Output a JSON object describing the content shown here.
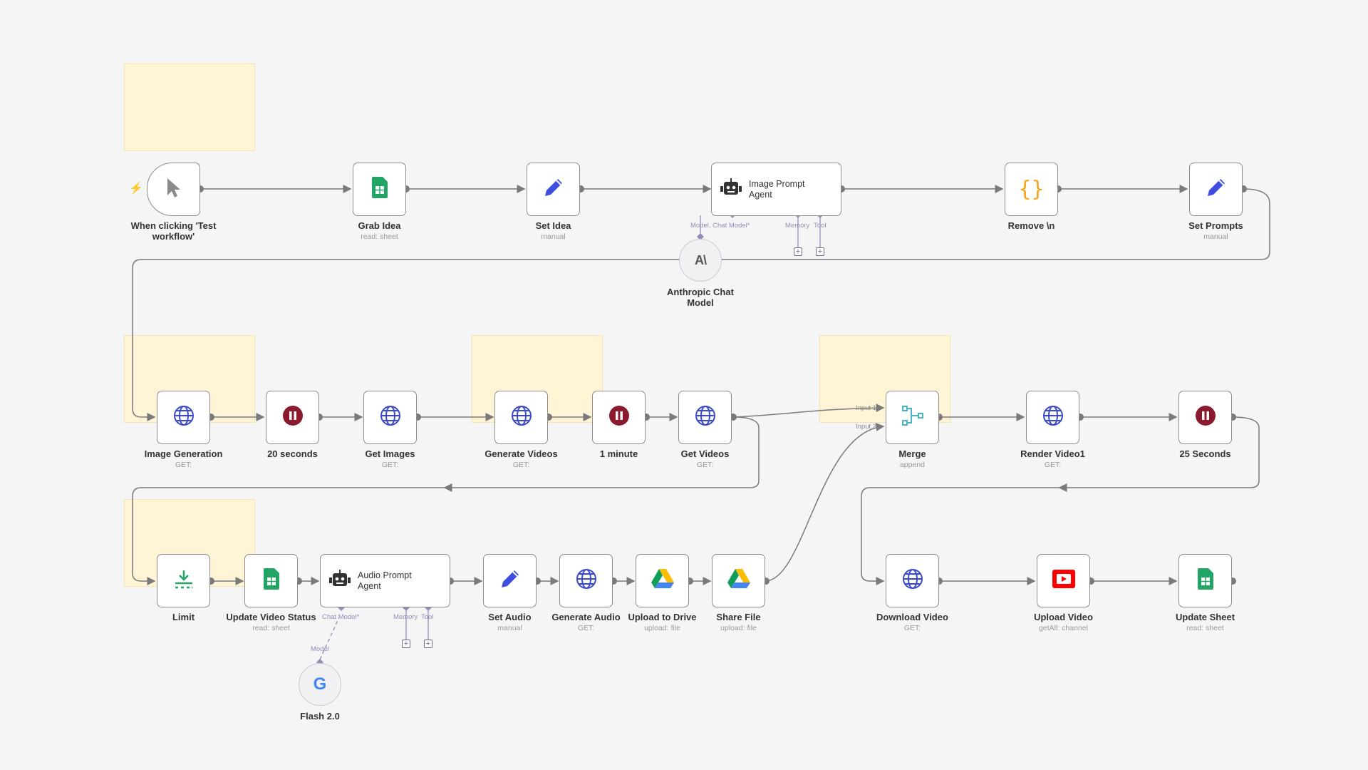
{
  "workflow": {
    "trigger_icon": "lightning-bolt-icon",
    "nodes": {
      "trigger": {
        "title": "When clicking 'Test workflow'",
        "subtitle": "",
        "icon": "cursor-icon"
      },
      "grab_idea": {
        "title": "Grab Idea",
        "subtitle": "read: sheet",
        "icon": "google-sheets-icon"
      },
      "set_idea": {
        "title": "Set Idea",
        "subtitle": "manual",
        "icon": "pencil-icon"
      },
      "image_agent": {
        "label": "Image Prompt Agent",
        "icon": "robot-icon"
      },
      "remove_n": {
        "title": "Remove \\n",
        "subtitle": "",
        "icon": "code-braces-icon"
      },
      "set_prompts": {
        "title": "Set Prompts",
        "subtitle": "manual",
        "icon": "pencil-icon"
      },
      "anthropic": {
        "title": "Anthropic Chat Model",
        "icon": "anthropic-icon",
        "glyph": "A\\"
      },
      "image_generation": {
        "title": "Image Generation",
        "subtitle": "GET:",
        "icon": "globe-icon"
      },
      "wait_20": {
        "title": "20 seconds",
        "subtitle": "",
        "icon": "pause-icon"
      },
      "get_images": {
        "title": "Get Images",
        "subtitle": "GET:",
        "icon": "globe-icon"
      },
      "generate_videos": {
        "title": "Generate Videos",
        "subtitle": "GET:",
        "icon": "globe-icon"
      },
      "wait_1m": {
        "title": "1 minute",
        "subtitle": "",
        "icon": "pause-icon"
      },
      "get_videos": {
        "title": "Get Videos",
        "subtitle": "GET:",
        "icon": "globe-icon"
      },
      "merge": {
        "title": "Merge",
        "subtitle": "append",
        "icon": "merge-icon"
      },
      "render_video": {
        "title": "Render Video1",
        "subtitle": "GET:",
        "icon": "globe-icon"
      },
      "wait_25": {
        "title": "25 Seconds",
        "subtitle": "",
        "icon": "pause-icon"
      },
      "limit": {
        "title": "Limit",
        "subtitle": "",
        "icon": "limit-icon"
      },
      "update_status": {
        "title": "Update Video Status",
        "subtitle": "read: sheet",
        "icon": "google-sheets-icon"
      },
      "audio_agent": {
        "label": "Audio Prompt Agent",
        "icon": "robot-icon"
      },
      "set_audio": {
        "title": "Set Audio",
        "subtitle": "manual",
        "icon": "pencil-icon"
      },
      "generate_audio": {
        "title": "Generate Audio",
        "subtitle": "GET:",
        "icon": "globe-icon"
      },
      "upload_drive": {
        "title": "Upload to Drive",
        "subtitle": "upload: file",
        "icon": "google-drive-icon"
      },
      "share_file": {
        "title": "Share File",
        "subtitle": "upload: file",
        "icon": "google-drive-icon"
      },
      "download_video": {
        "title": "Download Video",
        "subtitle": "GET:",
        "icon": "globe-icon"
      },
      "upload_video": {
        "title": "Upload Video",
        "subtitle": "getAll: channel",
        "icon": "youtube-icon"
      },
      "update_sheet": {
        "title": "Update Sheet",
        "subtitle": "read: sheet",
        "icon": "google-sheets-icon"
      },
      "flash": {
        "title": "Flash 2.0",
        "icon": "google-icon",
        "glyph": "G"
      }
    },
    "ports": {
      "image_model": "Model, Chat Model*",
      "image_memory": "Memory",
      "image_tool": "Tool",
      "audio_model": "Chat Model*",
      "audio_memory": "Memory",
      "audio_tool": "Tool",
      "flash_model": "Model",
      "merge_input1": "Input 1",
      "merge_input2": "Input 2",
      "plus": "+"
    },
    "colors": {
      "sticky": "#fff5d6",
      "sheets_green": "#21a464",
      "pencil_blue": "#3f4ee0",
      "globe_blue": "#3b4bc8",
      "pause_red": "#8b1a2f",
      "braces_orange": "#f4a623",
      "merge_teal": "#4ab3c1",
      "youtube_red": "#ff0000",
      "edge": "#7a7a7a",
      "port": "#8f8fb8"
    }
  }
}
